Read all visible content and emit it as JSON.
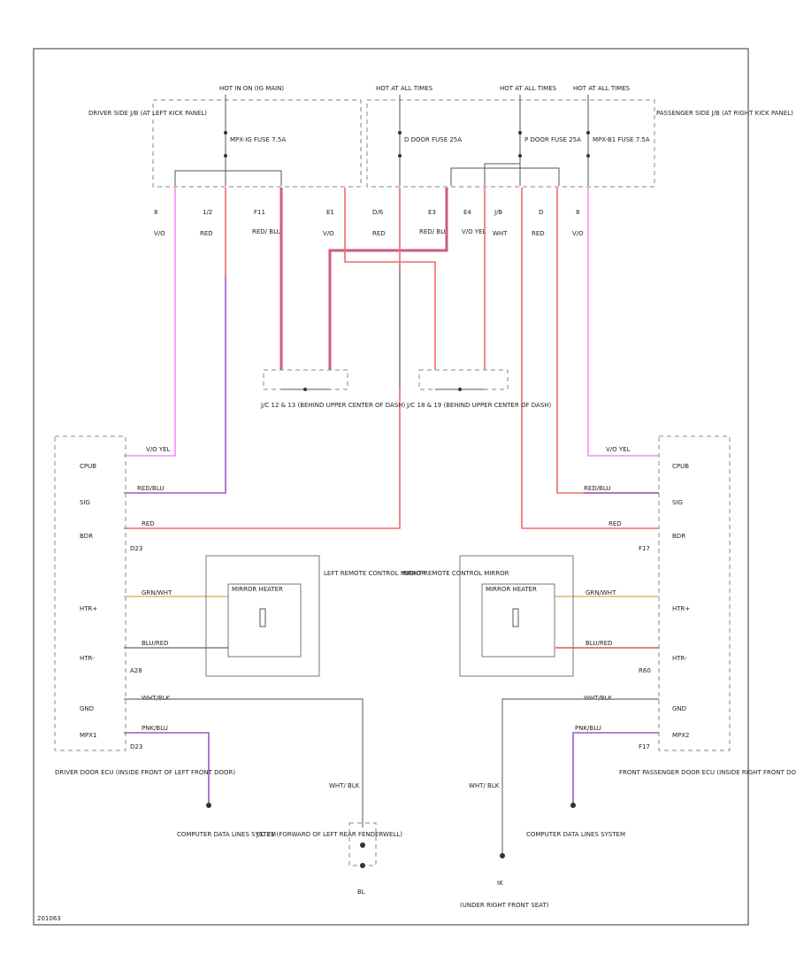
{
  "hot_labels": [
    "HOT IN ON (IG MAIN)",
    "HOT AT ALL TIMES",
    "HOT AT ALL TIMES",
    "HOT AT ALL TIMES"
  ],
  "fuses": [
    "MPX-IG FUSE 7.5A",
    "D DOOR FUSE 25A",
    "P DOOR FUSE 25A",
    "MPX-B1 FUSE 7.5A"
  ],
  "jb_left": "DRIVER SIDE J/B (AT LEFT KICK PANEL)",
  "jb_right": "PASSENGER SIDE J/B (AT RIGHT KICK PANEL)",
  "terminals": [
    "8",
    "1/2",
    "F11",
    "E1",
    "D/6",
    "E3",
    "E4",
    "J/B",
    "D",
    "8"
  ],
  "wire_colors_top": [
    "V/O",
    "RED",
    "RED/ BLU",
    "V/O",
    "RED",
    "RED/ BLU",
    "V/O YEL",
    "WHT",
    "RED",
    "V/O"
  ],
  "jc_left": "J/C 12 & 13 (BEHIND UPPER CENTER OF DASH)",
  "jc_right": "J/C 18 & 19 (BEHIND UPPER CENTER OF DASH)",
  "left_ecu": {
    "pins": [
      "CPUB",
      "SIG",
      "BDR",
      "HTR+",
      "HTR-",
      "GND",
      "MPX1"
    ],
    "wires": [
      "V/O YEL",
      "RED/BLU",
      "RED",
      "GRN/WHT",
      "BLU/RED",
      "WHT/BLK",
      "PNK/BLU"
    ],
    "connectors": [
      "D23",
      "A28",
      "D23"
    ],
    "label": "DRIVER DOOR ECU (INSIDE FRONT OF LEFT FRONT DOOR)"
  },
  "right_ecu": {
    "pins": [
      "CPUB",
      "SIG",
      "BDR",
      "HTR+",
      "HTR-",
      "GND",
      "MPX2"
    ],
    "wires": [
      "V/O YEL",
      "RED/BLU",
      "RED",
      "GRN/WHT",
      "BLU/RED",
      "WHT/BLK",
      "PNK/BLU"
    ],
    "connectors": [
      "F17",
      "R60",
      "F17"
    ],
    "label": "FRONT PASSENGER DOOR ECU (INSIDE RIGHT FRONT DOOR)"
  },
  "mirror_left": "LEFT REMOTE CONTROL MIRROR",
  "mirror_right": "RIGHT REMOTE CONTROL MIRROR",
  "heater_label": "MIRROR HEATER",
  "computer_data": "COMPUTER DATA LINES SYSTEM",
  "ground_left_wire": "WHT/ BLK",
  "ground_left_jc": "J/C 21 (FORWARD OF LEFT REAR FENDERWELL)",
  "ground_left_id": "BL",
  "ground_right_wire": "WHT/ BLK",
  "ground_right_id": "IK",
  "ground_right_label": "(UNDER RIGHT FRONT SEAT)",
  "footer_code": "201063"
}
